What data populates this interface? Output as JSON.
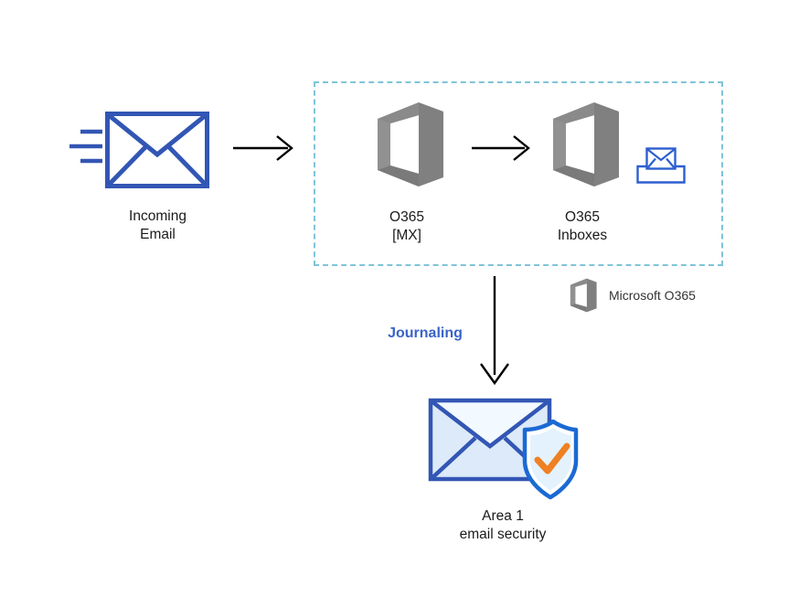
{
  "diagram": {
    "title": "Office 365 journaling to Area 1 email security flow",
    "background_color": "#ffffff"
  },
  "colors": {
    "envelope_blue": "#3256b4",
    "envelope_blue_light": "#dceaf9",
    "office_gray": "#808080",
    "dashed_teal": "#7fc4d8",
    "arrow_black": "#000000",
    "journaling_blue": "#3a64c8",
    "check_orange": "#ef8023",
    "shield_blue": "#1b69d4",
    "shield_fill": "#e8f4fd",
    "text_dark": "#1a1a1a",
    "legend_text": "#333333"
  },
  "nodes": {
    "incoming_email": {
      "label": "Incoming\nEmail",
      "icon": "envelope-icon"
    },
    "o365_mx": {
      "label": "O365\n[MX]",
      "icon": "office-365-icon"
    },
    "o365_inboxes": {
      "label": "O365\nInboxes",
      "icon": "office-365-icon",
      "secondary_icon": "inbox-tray-envelope-icon"
    },
    "area1": {
      "label": "Area 1\nemail security",
      "icon": "shielded-envelope-icon"
    }
  },
  "edges": {
    "incoming_to_mx": {
      "icon": "arrow-right-icon",
      "label": ""
    },
    "mx_to_inboxes": {
      "icon": "arrow-right-icon",
      "label": ""
    },
    "inboxes_to_area1": {
      "icon": "arrow-down-icon",
      "label": "Journaling"
    }
  },
  "legend": {
    "items": [
      {
        "label": "Microsoft O365",
        "icon": "office-365-icon"
      }
    ]
  },
  "boundary": {
    "name": "microsoft-o365-boundary",
    "style": "dashed",
    "label": ""
  }
}
